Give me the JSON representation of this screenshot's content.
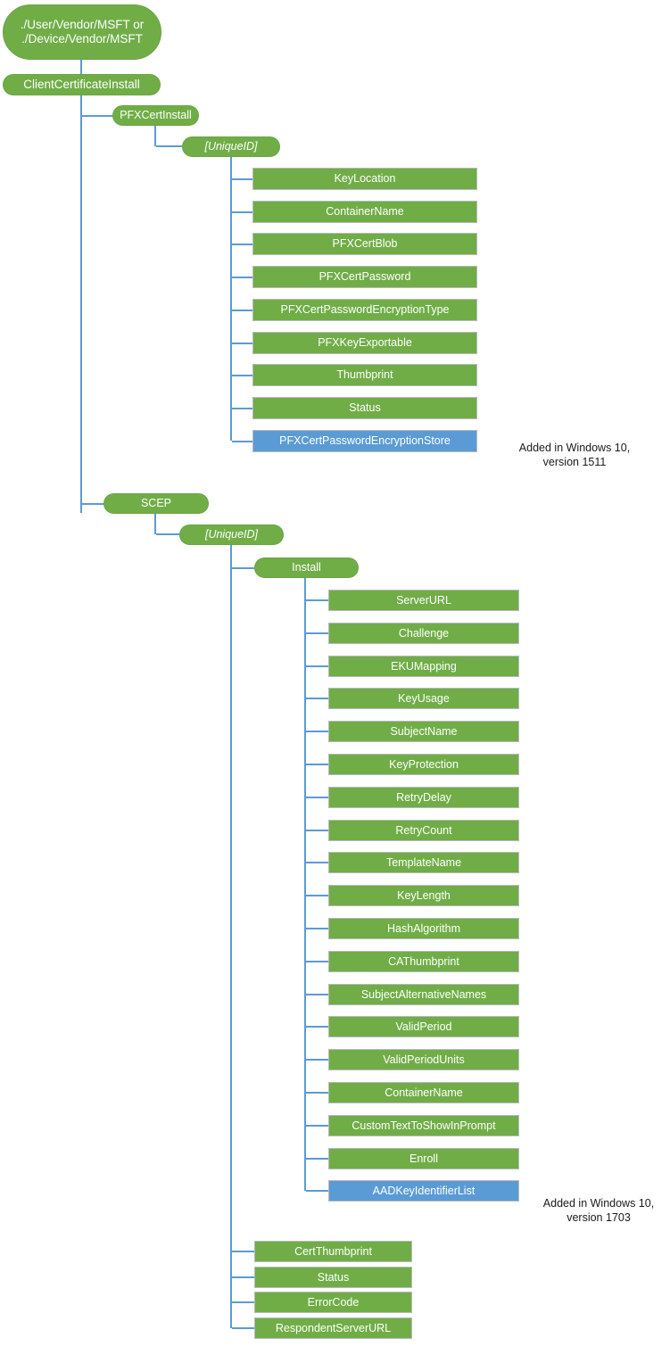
{
  "diagram": {
    "title": "ClientCertificateInstall CSP node tree",
    "colors": {
      "green": "#70AD47",
      "blue": "#5B9BD5",
      "connector": "#5B9BD5",
      "text": "#FFFFFF"
    },
    "root": {
      "label": "./User/Vendor/MSFT or\n./Device/Vendor/MSFT",
      "line1": "./User/Vendor/MSFT or",
      "line2": "./Device/Vendor/MSFT"
    },
    "level1": {
      "label": "ClientCertificateInstall"
    },
    "pfx": {
      "label": "PFXCertInstall",
      "unique_id": "[UniqueID]",
      "children": [
        {
          "label": "KeyLocation",
          "color": "green"
        },
        {
          "label": "ContainerName",
          "color": "green"
        },
        {
          "label": "PFXCertBlob",
          "color": "green"
        },
        {
          "label": "PFXCertPassword",
          "color": "green"
        },
        {
          "label": "PFXCertPasswordEncryptionType",
          "color": "green"
        },
        {
          "label": "PFXKeyExportable",
          "color": "green"
        },
        {
          "label": "Thumbprint",
          "color": "green"
        },
        {
          "label": "Status",
          "color": "green"
        },
        {
          "label": "PFXCertPasswordEncryptionStore",
          "color": "blue"
        }
      ],
      "annotation": {
        "line1": "Added in Windows 10,",
        "line2": "version 1511"
      }
    },
    "scep": {
      "label": "SCEP",
      "unique_id": "[UniqueID]",
      "install": {
        "label": "Install",
        "children": [
          {
            "label": "ServerURL",
            "color": "green"
          },
          {
            "label": "Challenge",
            "color": "green"
          },
          {
            "label": "EKUMapping",
            "color": "green"
          },
          {
            "label": "KeyUsage",
            "color": "green"
          },
          {
            "label": "SubjectName",
            "color": "green"
          },
          {
            "label": "KeyProtection",
            "color": "green"
          },
          {
            "label": "RetryDelay",
            "color": "green"
          },
          {
            "label": "RetryCount",
            "color": "green"
          },
          {
            "label": "TemplateName",
            "color": "green"
          },
          {
            "label": "KeyLength",
            "color": "green"
          },
          {
            "label": "HashAlgorithm",
            "color": "green"
          },
          {
            "label": "CAThumbprint",
            "color": "green"
          },
          {
            "label": "SubjectAlternativeNames",
            "color": "green"
          },
          {
            "label": "ValidPeriod",
            "color": "green"
          },
          {
            "label": "ValidPeriodUnits",
            "color": "green"
          },
          {
            "label": "ContainerName",
            "color": "green"
          },
          {
            "label": "CustomTextToShowInPrompt",
            "color": "green"
          },
          {
            "label": "Enroll",
            "color": "green"
          },
          {
            "label": "AADKeyIdentifierList",
            "color": "blue"
          }
        ],
        "annotation": {
          "line1": "Added in Windows 10,",
          "line2": "version 1703"
        }
      },
      "siblings": [
        {
          "label": "CertThumbprint",
          "color": "green"
        },
        {
          "label": "Status",
          "color": "green"
        },
        {
          "label": "ErrorCode",
          "color": "green"
        },
        {
          "label": "RespondentServerURL",
          "color": "green"
        }
      ]
    }
  }
}
